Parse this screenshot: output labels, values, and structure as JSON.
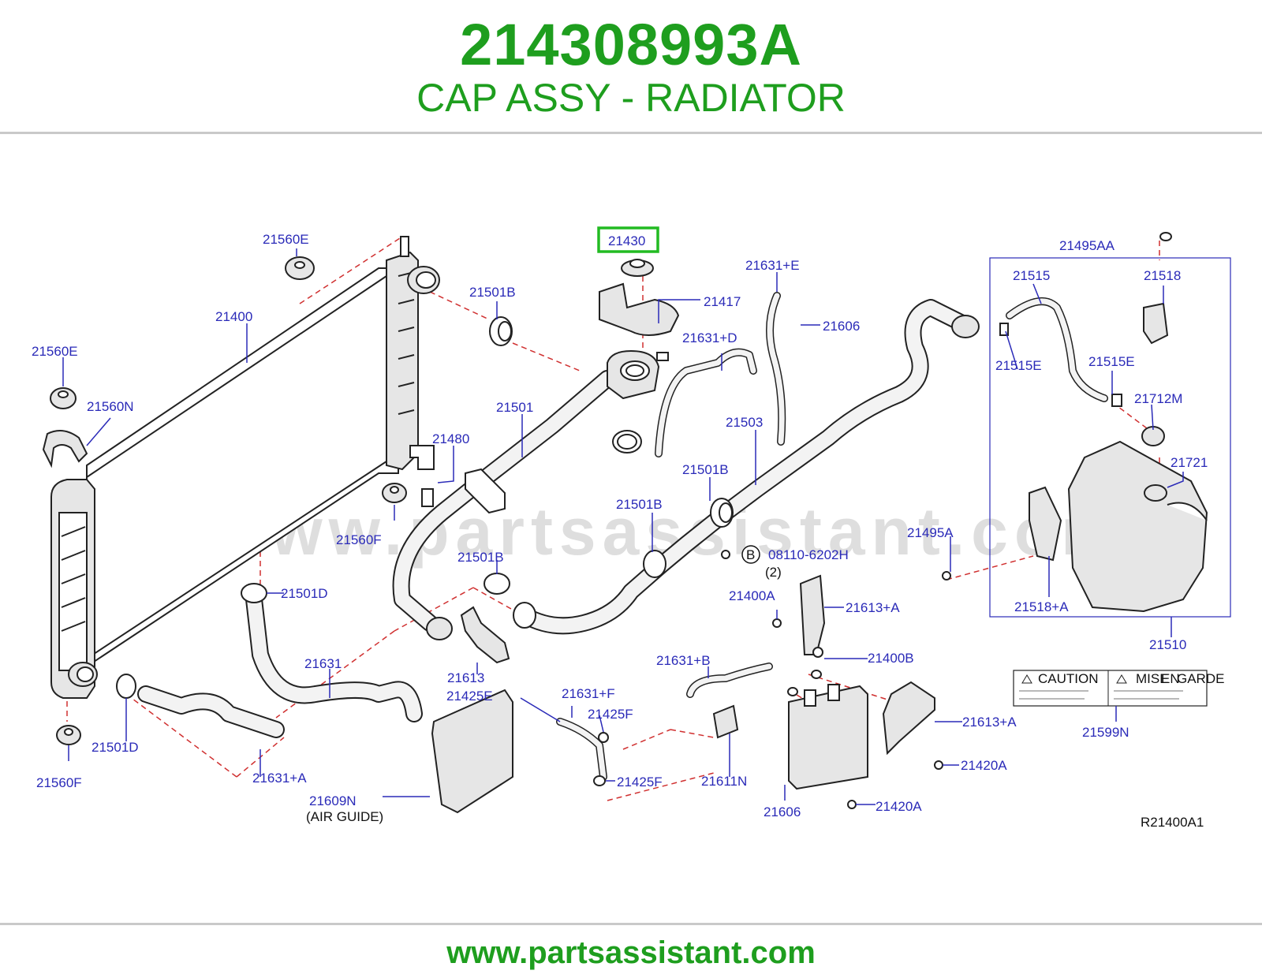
{
  "header": {
    "part_number": "214308993A",
    "description": "CAP ASSY - RADIATOR"
  },
  "footer": {
    "url": "www.partsassistant.com"
  },
  "watermark": "www.partsassistant.com",
  "diagram": {
    "highlight_color": "#22bb22",
    "label_color": "#2a2ab8",
    "dash_color": "#d03030",
    "diagram_code": "R21400A1",
    "highlighted_label": "21430",
    "labels": {
      "l21560E_top": "21560E",
      "l21400": "21400",
      "l21560E_left": "21560E",
      "l21560N": "21560N",
      "l21501B_top": "21501B",
      "l21430": "21430",
      "l21417": "21417",
      "l21631E": "21631+E",
      "l21606_top": "21606",
      "l21631D": "21631+D",
      "l21501": "21501",
      "l21480": "21480",
      "l21503": "21503",
      "l21501B_mid": "21501B",
      "l21501B_low": "21501B",
      "l21560F_mid": "21560F",
      "l21501B_bot": "21501B",
      "l21501D_mid": "21501D",
      "l21613": "21613",
      "l21631": "21631",
      "l21501D_bot": "21501D",
      "l21560F_bot": "21560F",
      "l21631A": "21631+A",
      "l21425E": "21425E",
      "l21631F": "21631+F",
      "l21425F_top": "21425F",
      "l21425F_bot": "21425F",
      "l21609N": "21609N",
      "l21609N_sub": "(AIR   GUIDE)",
      "l21631B": "21631+B",
      "l21611N": "21611N",
      "l21606_bot": "21606",
      "l21400B": "21400B",
      "l21613A_top": "21613+A",
      "l21613A_bot": "21613+A",
      "l21400A": "21400A",
      "l21420A_top": "21420A",
      "l21420A_bot": "21420A",
      "l21495A": "21495A",
      "lB": "B",
      "l08110": "08110-6202H",
      "l08110_qty": "(2)",
      "l21495AA": "21495AA",
      "l21515": "21515",
      "l21518": "21518",
      "l21515E_left": "21515E",
      "l21515E_right": "21515E",
      "l21712M": "21712M",
      "l21721": "21721",
      "l21518A": "21518+A",
      "l21510": "21510",
      "l21599N": "21599N",
      "caution": "CAUTION",
      "mise": "MISE",
      "en": "EN",
      "garde": "GARDE"
    }
  }
}
